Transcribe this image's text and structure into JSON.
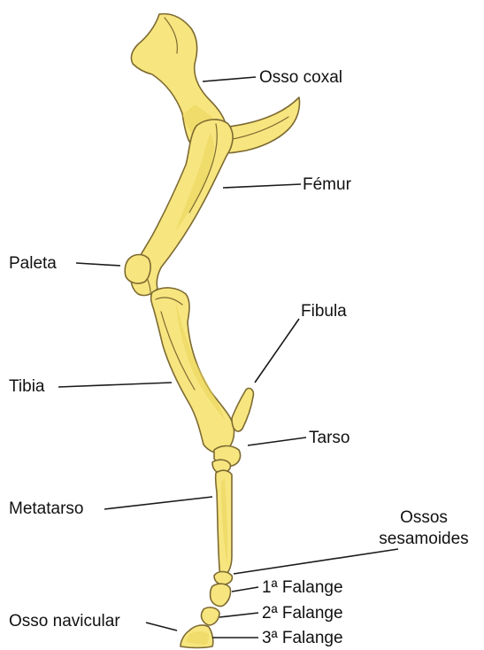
{
  "labels": {
    "osso_coxal": "Osso coxal",
    "femur": "Fémur",
    "paleta": "Paleta",
    "fibula": "Fibula",
    "tibia": "Tibia",
    "tarso": "Tarso",
    "metatarso": "Metatarso",
    "sesamoides_line1": "Ossos",
    "sesamoides_line2": "sesamoides",
    "falange_1": "1ª Falange",
    "falange_2": "2ª Falange",
    "falange_3": "3ª Falange",
    "navicular": "Osso navicular"
  },
  "colors": {
    "bone_fill": "#f7e67f",
    "bone_outline": "#7d6a32",
    "text": "#111111"
  }
}
